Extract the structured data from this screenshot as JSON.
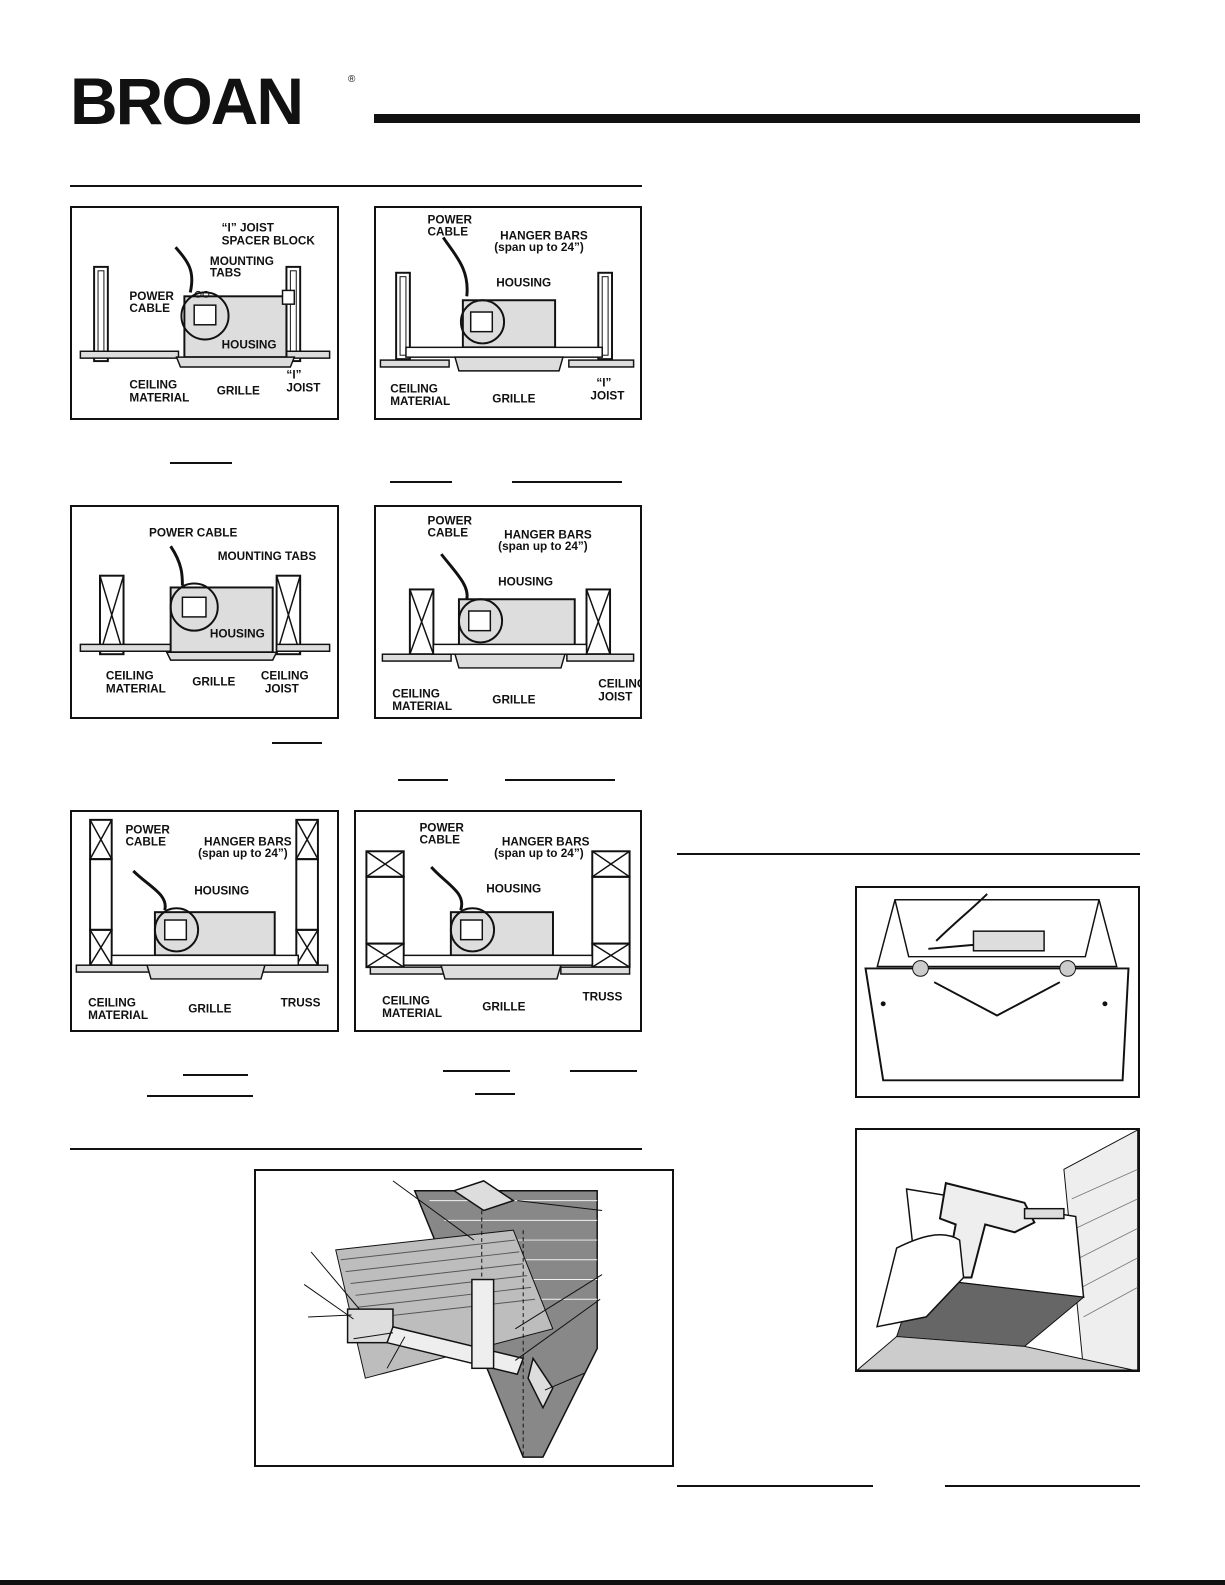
{
  "brand": {
    "name": "BROAN",
    "registered": "®"
  },
  "labels": {
    "i_joist_spacer_block": "“I” JOIST SPACER BLOCK",
    "mounting_tabs": "MOUNTING TABS",
    "power_cable": "POWER CABLE",
    "housing": "HOUSING",
    "ceiling_material": "CEILING MATERIAL",
    "grille": "GRILLE",
    "i_joist": "“I” JOIST",
    "hanger_bars": "HANGER BARS",
    "hanger_span": "(span up to 24”)",
    "ceiling_joist": "CEILING JOIST",
    "truss": "TRUSS"
  }
}
